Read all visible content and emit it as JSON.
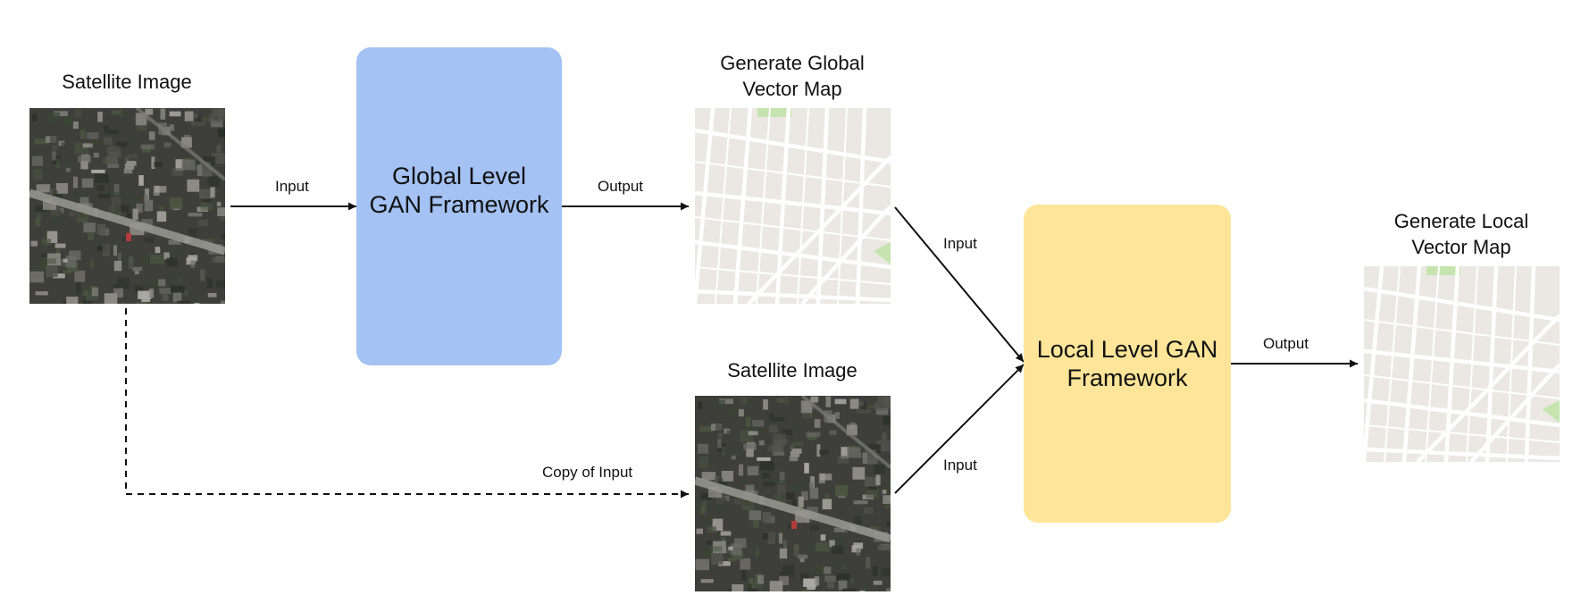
{
  "titles": {
    "satellite_top": "Satellite Image",
    "global_map": "Generate Global\nVector Map",
    "satellite_bottom": "Satellite Image",
    "local_map": "Generate Local\nVector Map"
  },
  "boxes": {
    "global_gan": "Global Level\nGAN Framework",
    "local_gan": "Local Level GAN\nFramework"
  },
  "edge_labels": {
    "input_to_global": "Input",
    "global_output": "Output",
    "map_to_local": "Input",
    "copy_of_input": "Copy of Input",
    "satellite_to_local": "Input",
    "local_output": "Output"
  },
  "colors": {
    "global_box": "#a4c2f4",
    "local_box": "#ffe599",
    "map_background": "#ebe8e3",
    "map_road": "#ffffff",
    "map_park": "#c5e4b0",
    "satellite_base": "#3e3e3a"
  },
  "icons": {
    "satellite_image": "aerial-photo",
    "vector_map": "street-map",
    "arrowhead": "filled-triangle"
  }
}
